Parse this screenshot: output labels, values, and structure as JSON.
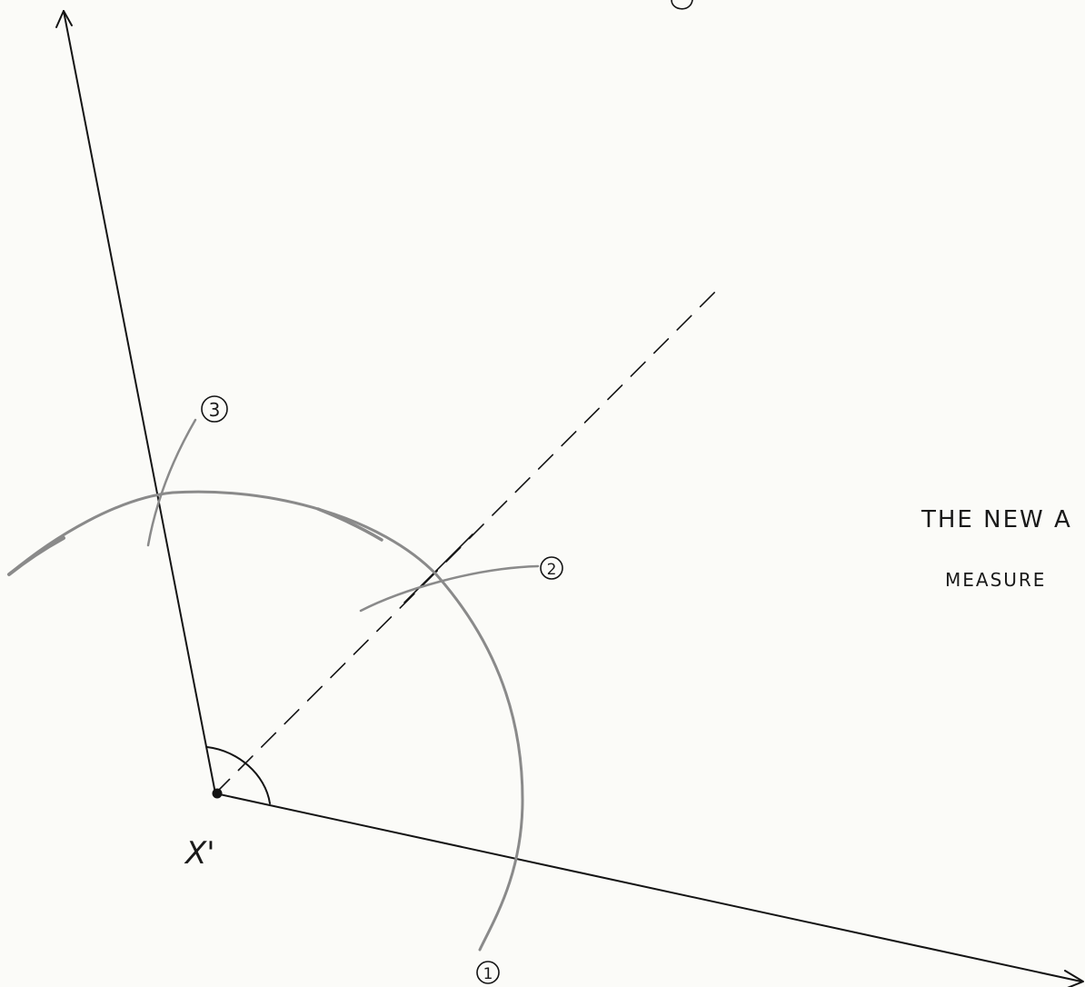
{
  "diagram": {
    "vertex_label": "X'",
    "step_labels": [
      "1",
      "2",
      "3"
    ],
    "caption_lines": [
      "THE NEW A",
      "MEASURE"
    ],
    "colors": {
      "ink": "#141414",
      "pencil": "#8a8a8a",
      "paper": "#fbfbf8"
    }
  }
}
